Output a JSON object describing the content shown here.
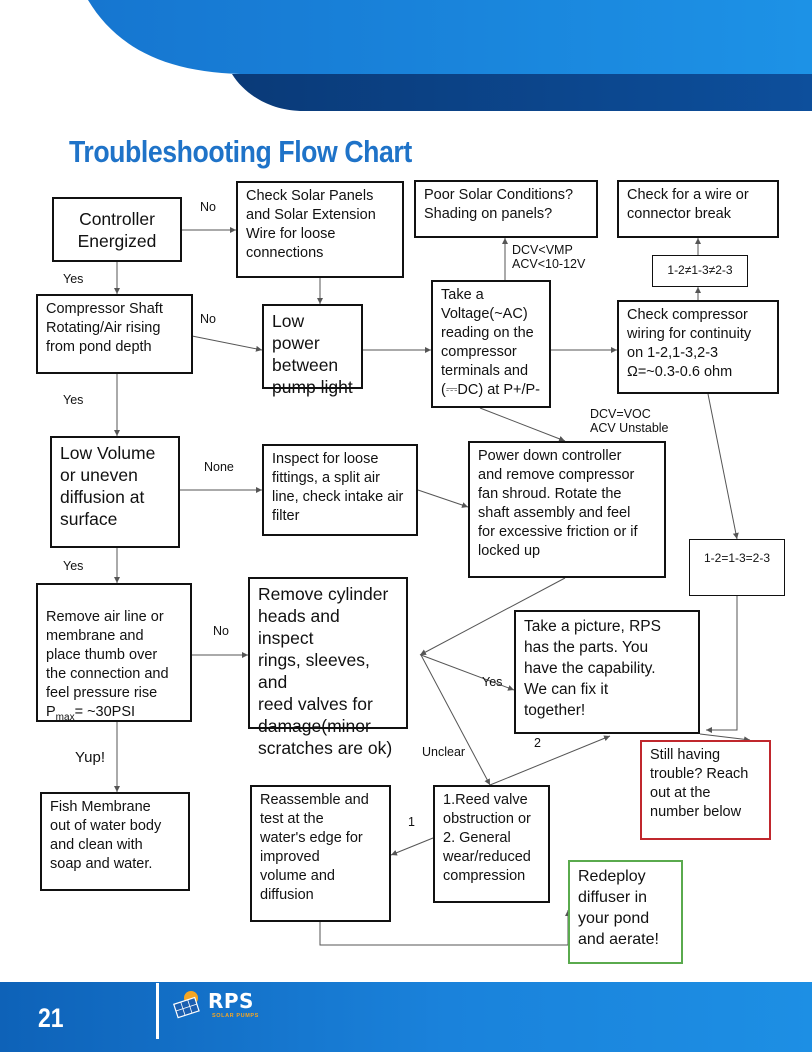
{
  "title": "Troubleshooting Flow Chart",
  "page_number": "21",
  "logo": {
    "brand": "RPS",
    "subtitle": "SOLAR PUMPS"
  },
  "colors": {
    "title": "#1f73c8",
    "header_dark": "#0b3f7e",
    "header_light": "#1a8fe6",
    "stop_border": "#c0272d",
    "success_border": "#5aaa4e"
  },
  "nodes": {
    "controller": "Controller\nEnergized",
    "check_solar": "Check Solar Panels\nand Solar Extension\nWire for loose\nconnections",
    "poor_solar": "Poor Solar Conditions?\nShading on panels?",
    "wire_break": "Check for a wire or\nconnector break",
    "compressor_shaft": "Compressor Shaft\nRotating/Air rising\nfrom pond depth",
    "low_power": "Low power\nbetween\npump light",
    "take_voltage": "Take a\nVoltage(~AC)\nreading on the\ncompressor\nterminals and\n(⎓DC) at P+/P-",
    "continuity_fail": "1-2≠1-3≠2-3",
    "check_wiring": "Check compressor\nwiring for continuity\non 1-2,1-3,2-3\nΩ=~0.3-0.6 ohm",
    "low_volume": "Low Volume\nor uneven\ndiffusion at\nsurface",
    "inspect_fittings": "Inspect for loose\nfittings, a split air\nline, check intake air\nfilter",
    "power_down": "Power down controller\nand remove compressor\nfan shroud. Rotate the\nshaft assembly and feel\nfor excessive friction or if\nlocked up",
    "continuity_ok": "1-2=1-3=2-3",
    "remove_air_line": "Remove air line or\nmembrane  and\nplace thumb over\nthe connection and\nfeel pressure rise",
    "pmax_p": "P",
    "pmax_sub": "max",
    "pmax_rest": "= ~30PSI",
    "remove_cylinder": "Remove cylinder\nheads and inspect\nrings, sleeves, and\nreed valves for\ndamage(minor\nscratches are ok)",
    "take_picture": "Take a picture, RPS\nhas the parts. You\nhave the capability.\nWe can fix it\ntogether!",
    "still_trouble": "Still having\ntrouble? Reach\nout at the\nnumber below",
    "fish_membrane": "Fish Membrane\nout of water body\nand clean with\nsoap and water.",
    "reassemble": "Reassemble and\ntest at the\nwater's edge for\nimproved\nvolume and\ndiffusion",
    "reed_valve": "1.Reed valve\nobstruction or\n2. General\nwear/reduced\ncompression",
    "redeploy": "Redeploy\ndiffuser in\nyour pond\nand aerate!"
  },
  "edge_labels": {
    "no1": "No",
    "yes1": "Yes",
    "no2": "No",
    "yes2": "Yes",
    "dcv_low": "DCV<VMP\nACV<10-12V",
    "dcv_voc": "DCV=VOC\nACV Unstable",
    "none": "None",
    "yes3": "Yes",
    "no3": "No",
    "yes4": "Yes",
    "yup": "Yup!",
    "unclear": "Unclear",
    "one": "1",
    "two": "2"
  }
}
